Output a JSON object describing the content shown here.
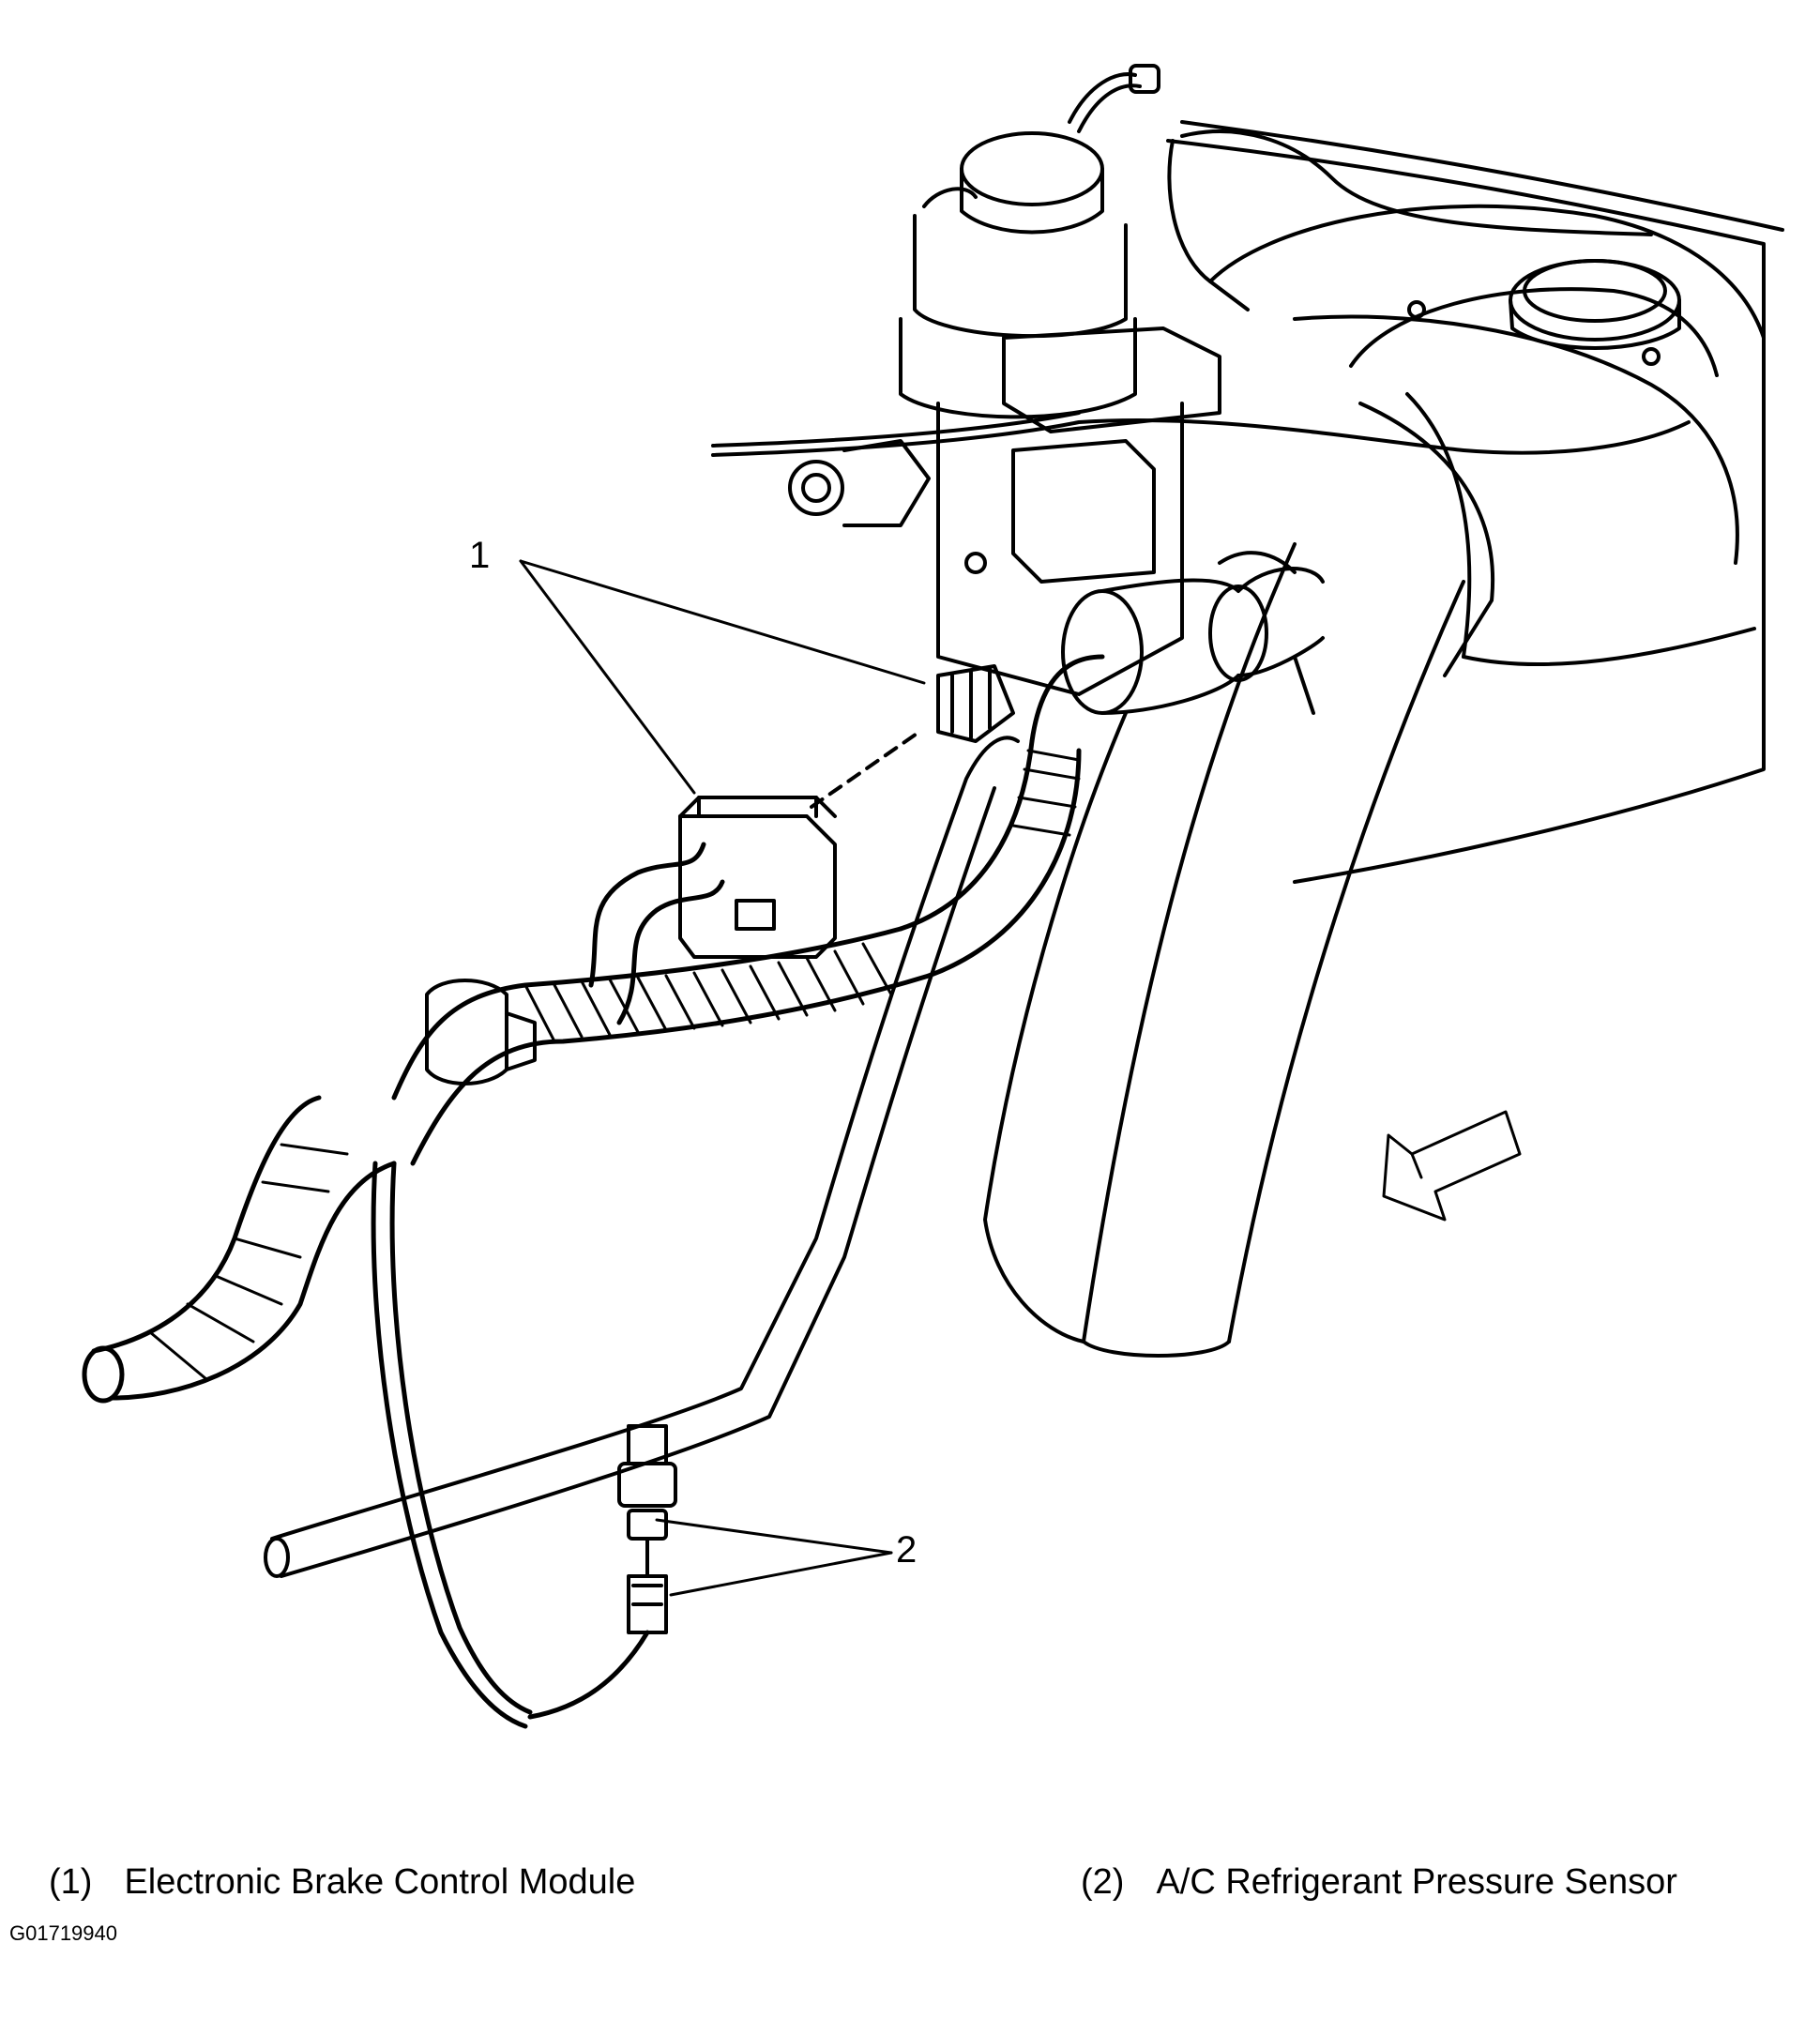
{
  "callouts": [
    {
      "number": "1"
    },
    {
      "number": "2"
    }
  ],
  "legend": [
    {
      "number": "(1)",
      "label": "Electronic Brake Control Module"
    },
    {
      "number": "(2)",
      "label": "A/C Refrigerant Pressure Sensor"
    }
  ],
  "figure_id": "G01719940",
  "colors": {
    "line": "#000000",
    "background": "#ffffff"
  }
}
